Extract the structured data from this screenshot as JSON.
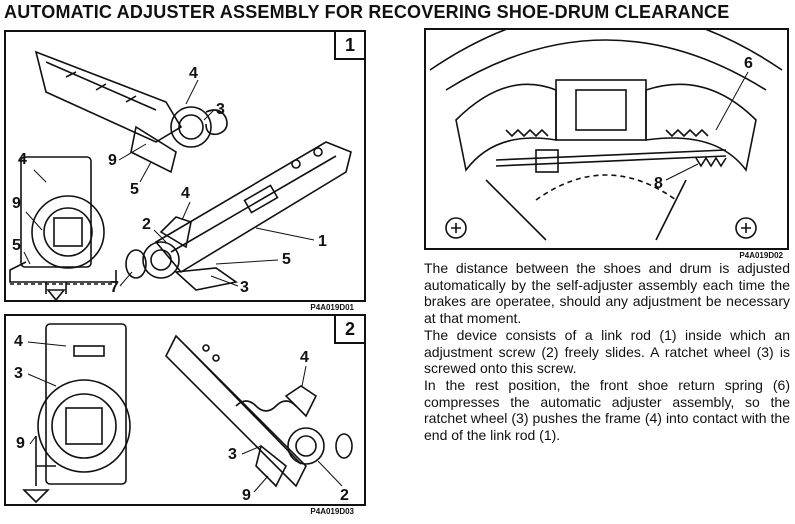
{
  "title": "AUTOMATIC ADJUSTER ASSEMBLY FOR RECOVERING SHOE-DRUM CLEARANCE",
  "figure1": {
    "number": "1",
    "code": "P4A019D01",
    "callouts": [
      "4",
      "3",
      "9",
      "5",
      "4",
      "9",
      "5",
      "4",
      "2",
      "1",
      "5",
      "7",
      "3"
    ]
  },
  "figure2": {
    "number": "2",
    "code": "P4A019D03",
    "callouts": [
      "4",
      "3",
      "9",
      "4",
      "3",
      "9",
      "2"
    ]
  },
  "figure3": {
    "code": "P4A019D02",
    "callouts": [
      "6",
      "8"
    ]
  },
  "body_text": [
    "The distance between the shoes and drum is adjusted automatically by the self-adjuster assembly each time the brakes are operatee, should any adjustment be necessary at that moment.",
    "The device consists of a link rod (1) inside which an adjustment screw (2) freely slides. A ratchet wheel (3) is screwed onto this screw.",
    "In the rest position, the front shoe return spring (6) compresses the automatic adjuster assembly, so the ratchet wheel (3) pushes the frame (4) into contact with the end of the link rod (1)."
  ]
}
